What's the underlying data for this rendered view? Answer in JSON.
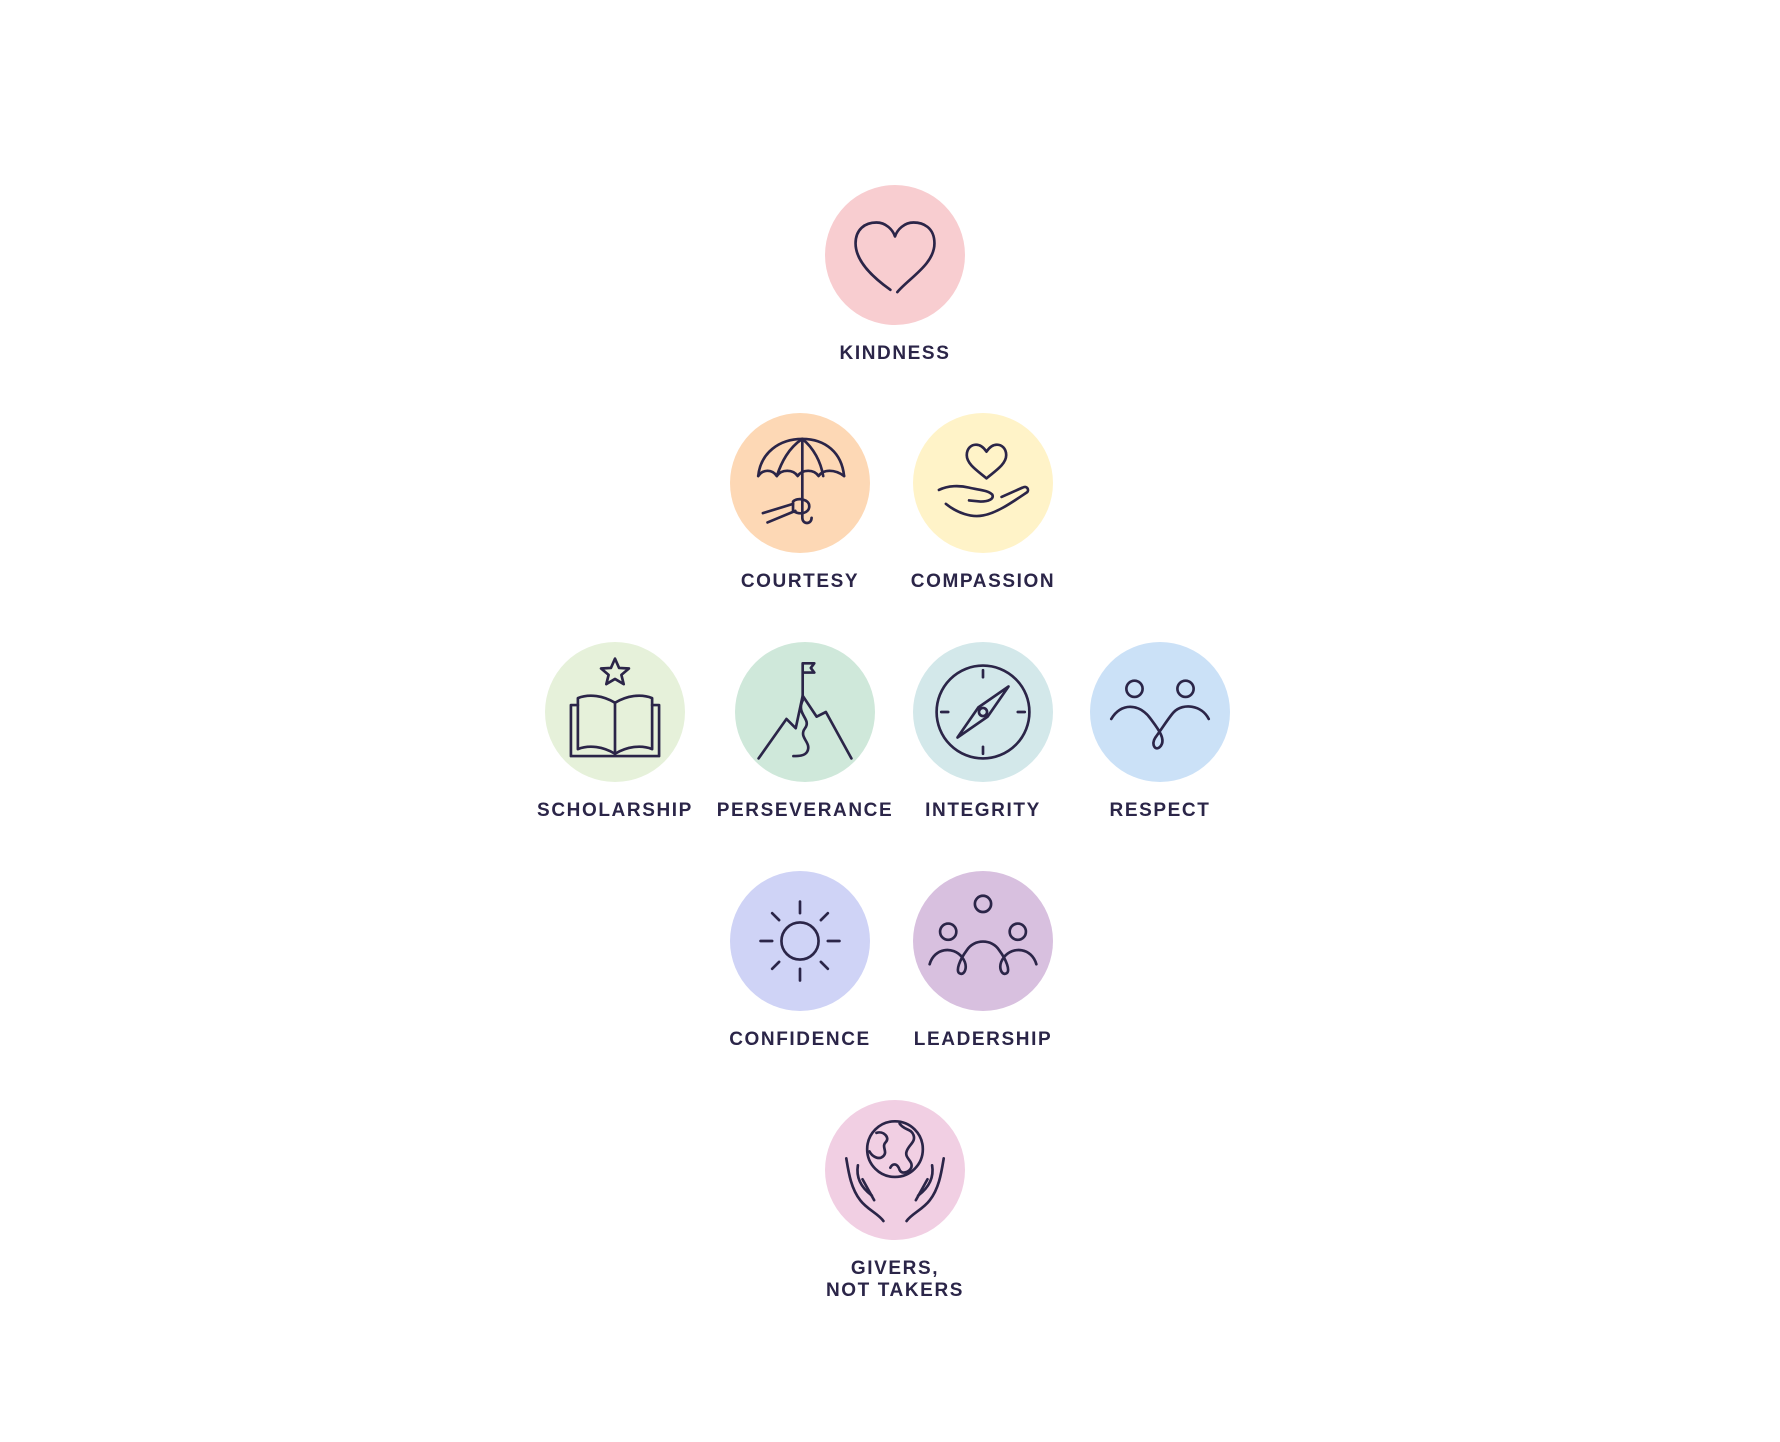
{
  "values": [
    {
      "id": "kindness",
      "label": "KINDNESS",
      "color": "#f8cdd0",
      "icon": "heart-icon"
    },
    {
      "id": "courtesy",
      "label": "COURTESY",
      "color": "#fdd8b5",
      "icon": "umbrella-icon"
    },
    {
      "id": "compassion",
      "label": "COMPASSION",
      "color": "#fff3c8",
      "icon": "hand-heart-icon"
    },
    {
      "id": "scholarship",
      "label": "SCHOLARSHIP",
      "color": "#e6f1da",
      "icon": "book-star-icon"
    },
    {
      "id": "perseverance",
      "label": "PERSEVERANCE",
      "color": "#cfe8da",
      "icon": "mountain-flag-icon"
    },
    {
      "id": "integrity",
      "label": "INTEGRITY",
      "color": "#d3e8ea",
      "icon": "compass-icon"
    },
    {
      "id": "respect",
      "label": "RESPECT",
      "color": "#cbe1f7",
      "icon": "two-people-icon"
    },
    {
      "id": "confidence",
      "label": "CONFIDENCE",
      "color": "#cfd3f6",
      "icon": "sun-icon"
    },
    {
      "id": "leadership",
      "label": "LEADERSHIP",
      "color": "#d8c0df",
      "icon": "group-icon"
    },
    {
      "id": "givers",
      "label_line1": "GIVERS,",
      "label_line2": "NOT TAKERS",
      "color": "#f1cfe3",
      "icon": "hands-globe-icon"
    }
  ]
}
